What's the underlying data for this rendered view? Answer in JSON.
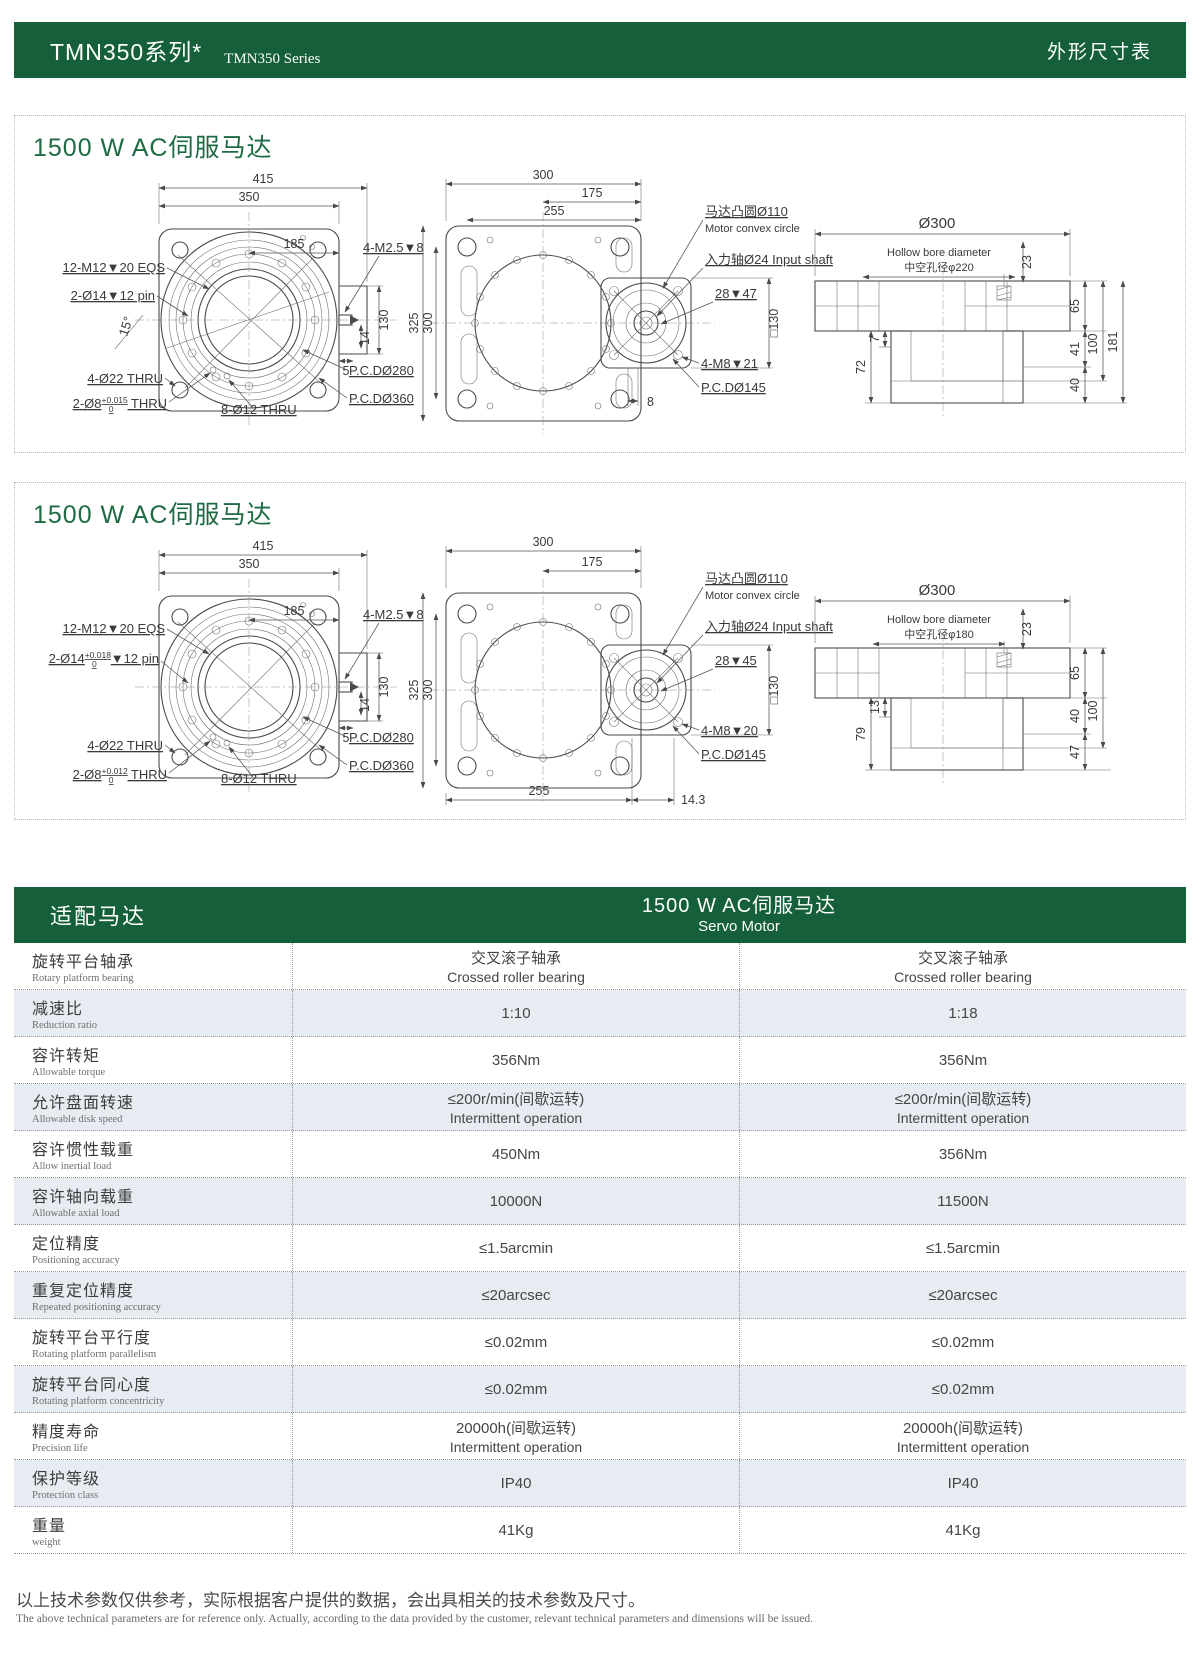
{
  "banner": {
    "title_zh": "TMN350系列*",
    "title_en": "TMN350 Series",
    "right": "外形尺寸表"
  },
  "s1": {
    "title": "1500 W AC伺服马达",
    "front": {
      "d415": "415",
      "d350": "350",
      "d185": "185",
      "eqs": "12-M12▼20 EQS",
      "pin": "2-Ø14▼12 pin",
      "angle": "15°",
      "thru22": "4-Ø22 THRU",
      "thru8_a": "2-Ø8",
      "thru8_sup": "+0.015",
      "thru8_sub": "0",
      "thru8_b": " THRU",
      "thru12": "8-Ø12 THRU",
      "pcd280": "P.C.DØ280",
      "pcd360": "P.C.DØ360",
      "m25": "4-M2.5▼8",
      "d5": "5",
      "d14": "14",
      "d130": "130"
    },
    "mid": {
      "d300": "300",
      "d175": "175",
      "d255": "255",
      "d325": "325",
      "d300b": "300",
      "convex_zh": "马达凸圆Ø110",
      "convex_en": "Motor convex circle",
      "shaft": "入力轴Ø24 Input shaft",
      "bore": "28▼47",
      "sq": "□130",
      "d8": "8",
      "m8": "4-M8▼21",
      "pcd145": "P.C.DØ145"
    },
    "side": {
      "d300": "Ø300",
      "bore_en": "Hollow bore diameter",
      "bore_zh": "中空孔径φ220",
      "d23": "23",
      "d65": "65",
      "d100": "100",
      "d41": "41",
      "d40": "40",
      "d181": "181",
      "d72": "72",
      "d7": "7"
    }
  },
  "s2": {
    "title": "1500 W AC伺服马达",
    "front": {
      "d415": "415",
      "d350": "350",
      "d185": "185",
      "eqs": "12-M12▼20 EQS",
      "pin_a": "2-Ø14",
      "pin_sup": "+0.018",
      "pin_sub": "0",
      "pin_b": "▼12 pin",
      "thru22": "4-Ø22 THRU",
      "thru8_a": "2-Ø8",
      "thru8_sup": "+0.012",
      "thru8_sub": "0",
      "thru8_b": " THRU",
      "thru12": "8-Ø12 THRU",
      "pcd280": "P.C.DØ280",
      "pcd360": "P.C.DØ360",
      "m25": "4-M2.5▼8",
      "d5": "5",
      "d14": "14",
      "d130": "130"
    },
    "mid": {
      "d300": "300",
      "d175": "175",
      "d325": "325",
      "d300b": "300",
      "convex_zh": "马达凸圆Ø110",
      "convex_en": "Motor convex circle",
      "shaft": "入力轴Ø24 Input shaft",
      "bore": "28▼45",
      "sq": "□130",
      "m8": "4-M8▼20",
      "pcd145": "P.C.DØ145",
      "d255": "255",
      "d143": "14.3"
    },
    "side": {
      "d300": "Ø300",
      "bore_en": "Hollow bore diameter",
      "bore_zh": "中空孔径φ180",
      "d23": "23",
      "d65": "65",
      "d100": "100",
      "d40": "40",
      "d47": "47",
      "d79": "79",
      "d13": "13"
    }
  },
  "table": {
    "header": {
      "left": "适配马达",
      "center_zh": "1500 W AC伺服马达",
      "center_en": "Servo Motor"
    },
    "rows": [
      {
        "zh": "旋转平台轴承",
        "en": "Rotary platform bearing",
        "v1": "交叉滚子轴承",
        "v1b": "Crossed roller bearing",
        "v2": "交叉滚子轴承",
        "v2b": "Crossed roller bearing"
      },
      {
        "zh": "减速比",
        "en": "Reduction ratio",
        "v1": "1:10",
        "v2": "1:18"
      },
      {
        "zh": "容许转矩",
        "en": "Allowable torque",
        "v1": "356Nm",
        "v2": "356Nm"
      },
      {
        "zh": "允许盘面转速",
        "en": "Allowable disk speed",
        "v1": "≤200r/min(间歇运转)",
        "v1b": "Intermittent operation",
        "v2": "≤200r/min(间歇运转)",
        "v2b": "Intermittent operation"
      },
      {
        "zh": "容许惯性载重",
        "en": "Allow inertial load",
        "v1": "450Nm",
        "v2": "356Nm"
      },
      {
        "zh": "容许轴向载重",
        "en": "Allowable axial load",
        "v1": "10000N",
        "v2": "11500N"
      },
      {
        "zh": "定位精度",
        "en": "Positioning accuracy",
        "v1": "≤1.5arcmin",
        "v2": "≤1.5arcmin"
      },
      {
        "zh": "重复定位精度",
        "en": "Repeated positioning accuracy",
        "v1": "≤20arcsec",
        "v2": "≤20arcsec"
      },
      {
        "zh": "旋转平台平行度",
        "en": "Rotating platform parallelism",
        "v1": "≤0.02mm",
        "v2": "≤0.02mm"
      },
      {
        "zh": "旋转平台同心度",
        "en": "Rotating platform concentricity",
        "v1": "≤0.02mm",
        "v2": "≤0.02mm"
      },
      {
        "zh": "精度寿命",
        "en": "Precision life",
        "v1": "20000h(间歇运转)",
        "v1b": "Intermittent operation",
        "v2": "20000h(间歇运转)",
        "v2b": "Intermittent operation"
      },
      {
        "zh": "保护等级",
        "en": "Protection class",
        "v1": "IP40",
        "v2": "IP40"
      },
      {
        "zh": "重量",
        "en": "weight",
        "v1": "41Kg",
        "v2": "41Kg"
      }
    ]
  },
  "footer": {
    "zh": "以上技术参数仅供参考，实际根据客户提供的数据，会出具相关的技术参数及尺寸。",
    "en": "The above technical parameters are for reference only. Actually, according to the data provided by the customer, relevant technical parameters and dimensions will be issued."
  }
}
